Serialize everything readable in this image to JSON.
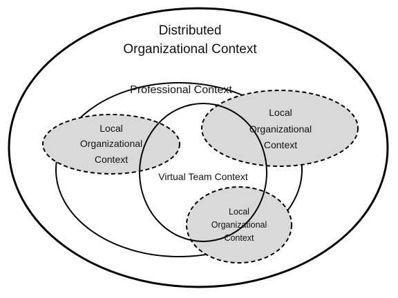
{
  "colors": {
    "stroke": "#000000",
    "local_fill": "#d9d9d9",
    "background": "#ffffff"
  },
  "distributed": {
    "line1": "Distributed",
    "line2": "Organizational Context"
  },
  "professional": {
    "label": "Professional Context"
  },
  "virtual_team": {
    "label": "Virtual Team Context"
  },
  "local_left": {
    "line1": "Local",
    "line2": "Organizational",
    "line3": "Context"
  },
  "local_right": {
    "line1": "Local",
    "line2": "Organizational",
    "line3": "Context"
  },
  "local_bottom": {
    "line1": "Local",
    "line2": "Organizational",
    "line3": "Context"
  }
}
